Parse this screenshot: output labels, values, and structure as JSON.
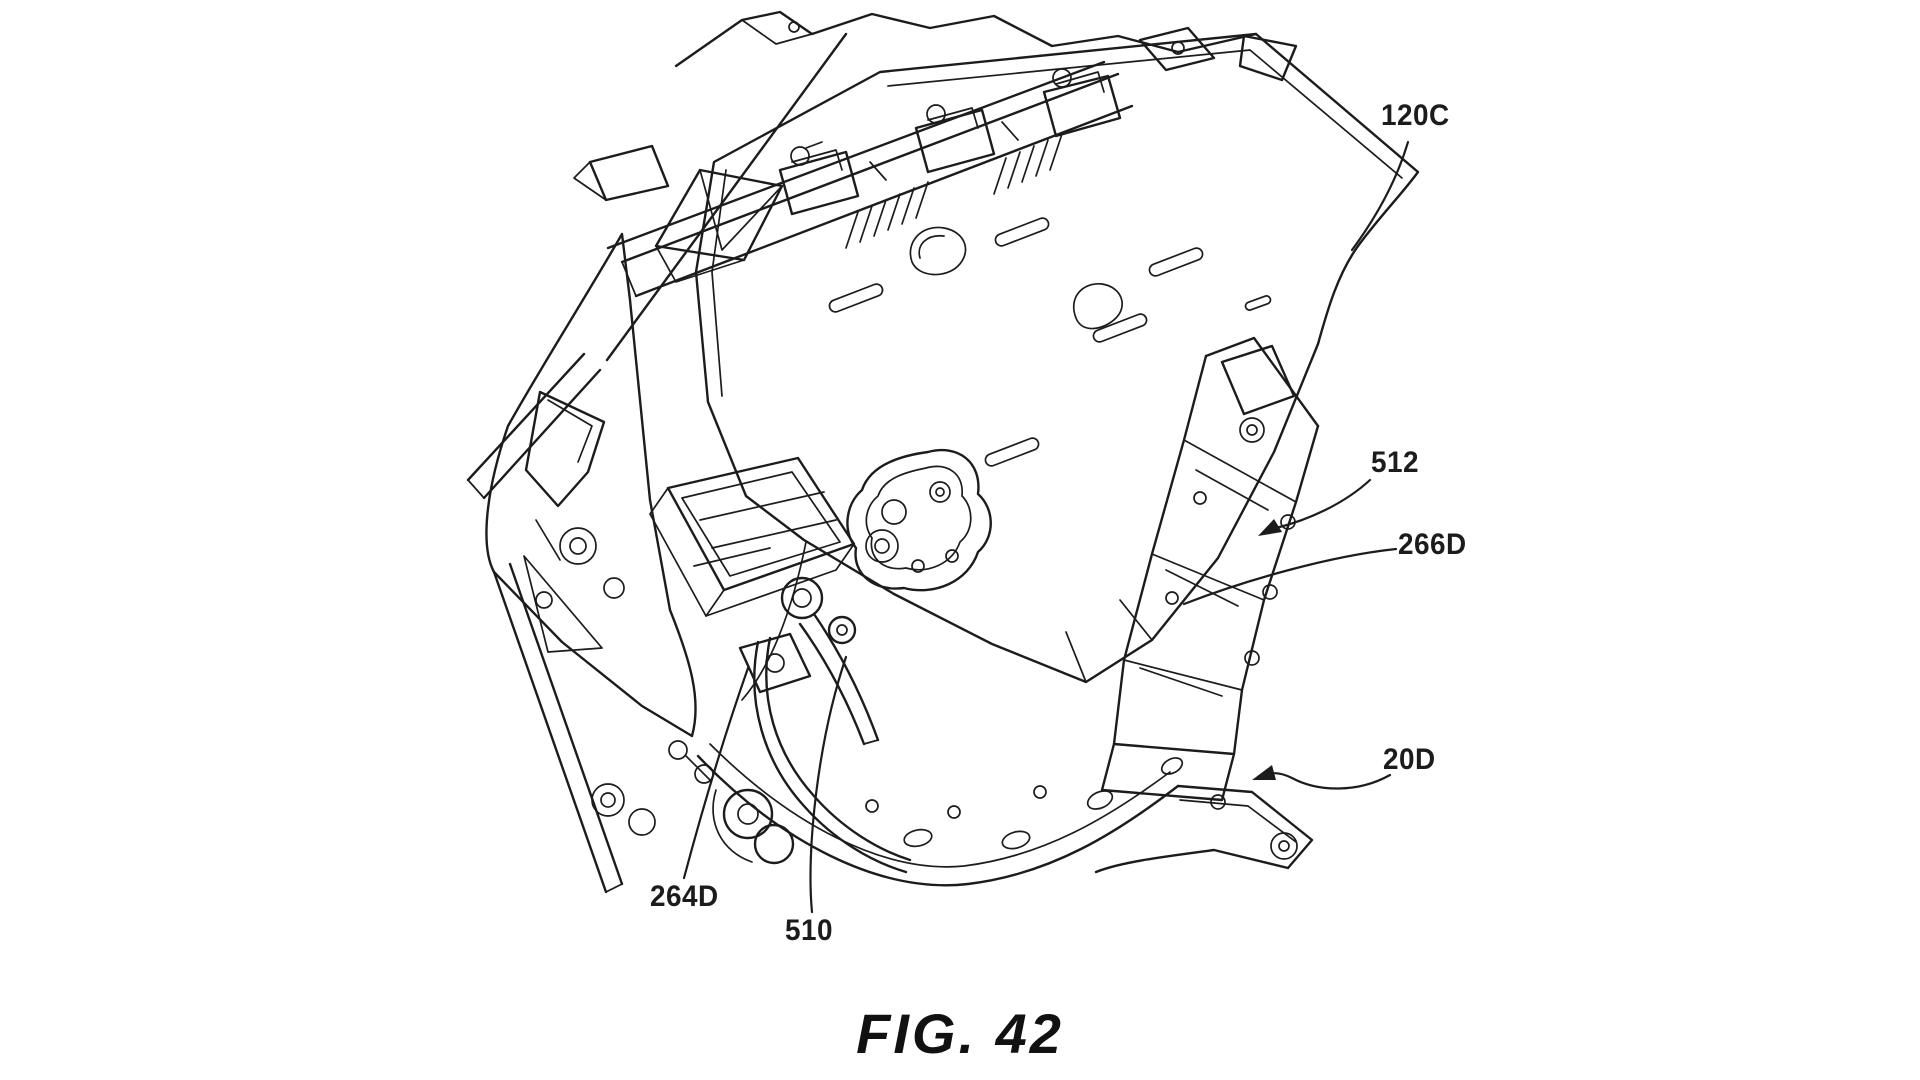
{
  "page": {
    "background_color": "#ffffff"
  },
  "figure": {
    "caption": "FIG. 42",
    "line_color": "#1c1c1c",
    "text_color": "#1c1c1c",
    "reference_labels": [
      {
        "text": "120C"
      },
      {
        "text": "512"
      },
      {
        "text": "266D"
      },
      {
        "text": "20D"
      },
      {
        "text": "264D"
      },
      {
        "text": "510"
      }
    ]
  }
}
